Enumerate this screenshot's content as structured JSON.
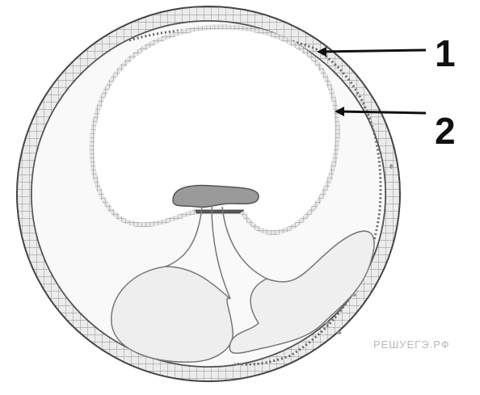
{
  "labels": {
    "callout_1": "1",
    "callout_2": "2"
  },
  "watermark": "РЕШУЕГЭ.РФ",
  "colors": {
    "outline": "#444444",
    "membrane_fill": "#e9e9e9",
    "cavity_fill": "#f7f7f7",
    "embryo_disc": "#9a9a9a",
    "background": "#ffffff"
  }
}
